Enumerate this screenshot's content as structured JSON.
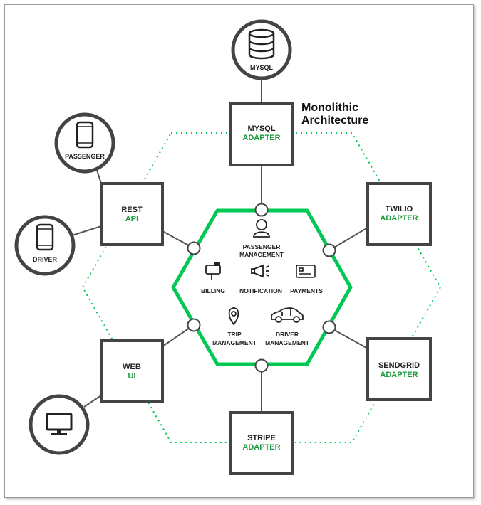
{
  "title": {
    "line1": "Monolithic",
    "line2": "Architecture"
  },
  "colors": {
    "accent": "#00C853",
    "dark": "#333333",
    "adapter_text": "#1a9a3c"
  },
  "external": {
    "mysql": {
      "label": "MYSQL",
      "icon": "database-icon"
    },
    "passenger": {
      "label": "PASSENGER",
      "icon": "smartphone-icon"
    },
    "driver": {
      "label": "DRIVER",
      "icon": "smartphone-icon"
    },
    "web_client": {
      "label": "",
      "icon": "monitor-icon"
    }
  },
  "adapters": {
    "mysql": {
      "line1": "MYSQL",
      "line2": "ADAPTER"
    },
    "rest": {
      "line1": "REST",
      "line2": "API"
    },
    "twilio": {
      "line1": "TWILIO",
      "line2": "ADAPTER"
    },
    "web": {
      "line1": "WEB",
      "line2": "UI"
    },
    "sendgrid": {
      "line1": "SENDGRID",
      "line2": "ADAPTER"
    },
    "stripe": {
      "line1": "STRIPE",
      "line2": "ADAPTER"
    }
  },
  "modules": {
    "passenger_management": {
      "line1": "PASSENGER",
      "line2": "MANAGEMENT",
      "icon": "person-icon"
    },
    "billing": {
      "line1": "BILLING",
      "icon": "mailbox-icon"
    },
    "notification": {
      "line1": "NOTIFICATION",
      "icon": "megaphone-icon"
    },
    "payments": {
      "line1": "PAYMENTS",
      "icon": "credit-card-icon"
    },
    "trip_management": {
      "line1": "TRIP",
      "line2": "MANAGEMENT",
      "icon": "map-pin-icon"
    },
    "driver_management": {
      "line1": "DRIVER",
      "line2": "MANAGEMENT",
      "icon": "car-icon"
    }
  }
}
